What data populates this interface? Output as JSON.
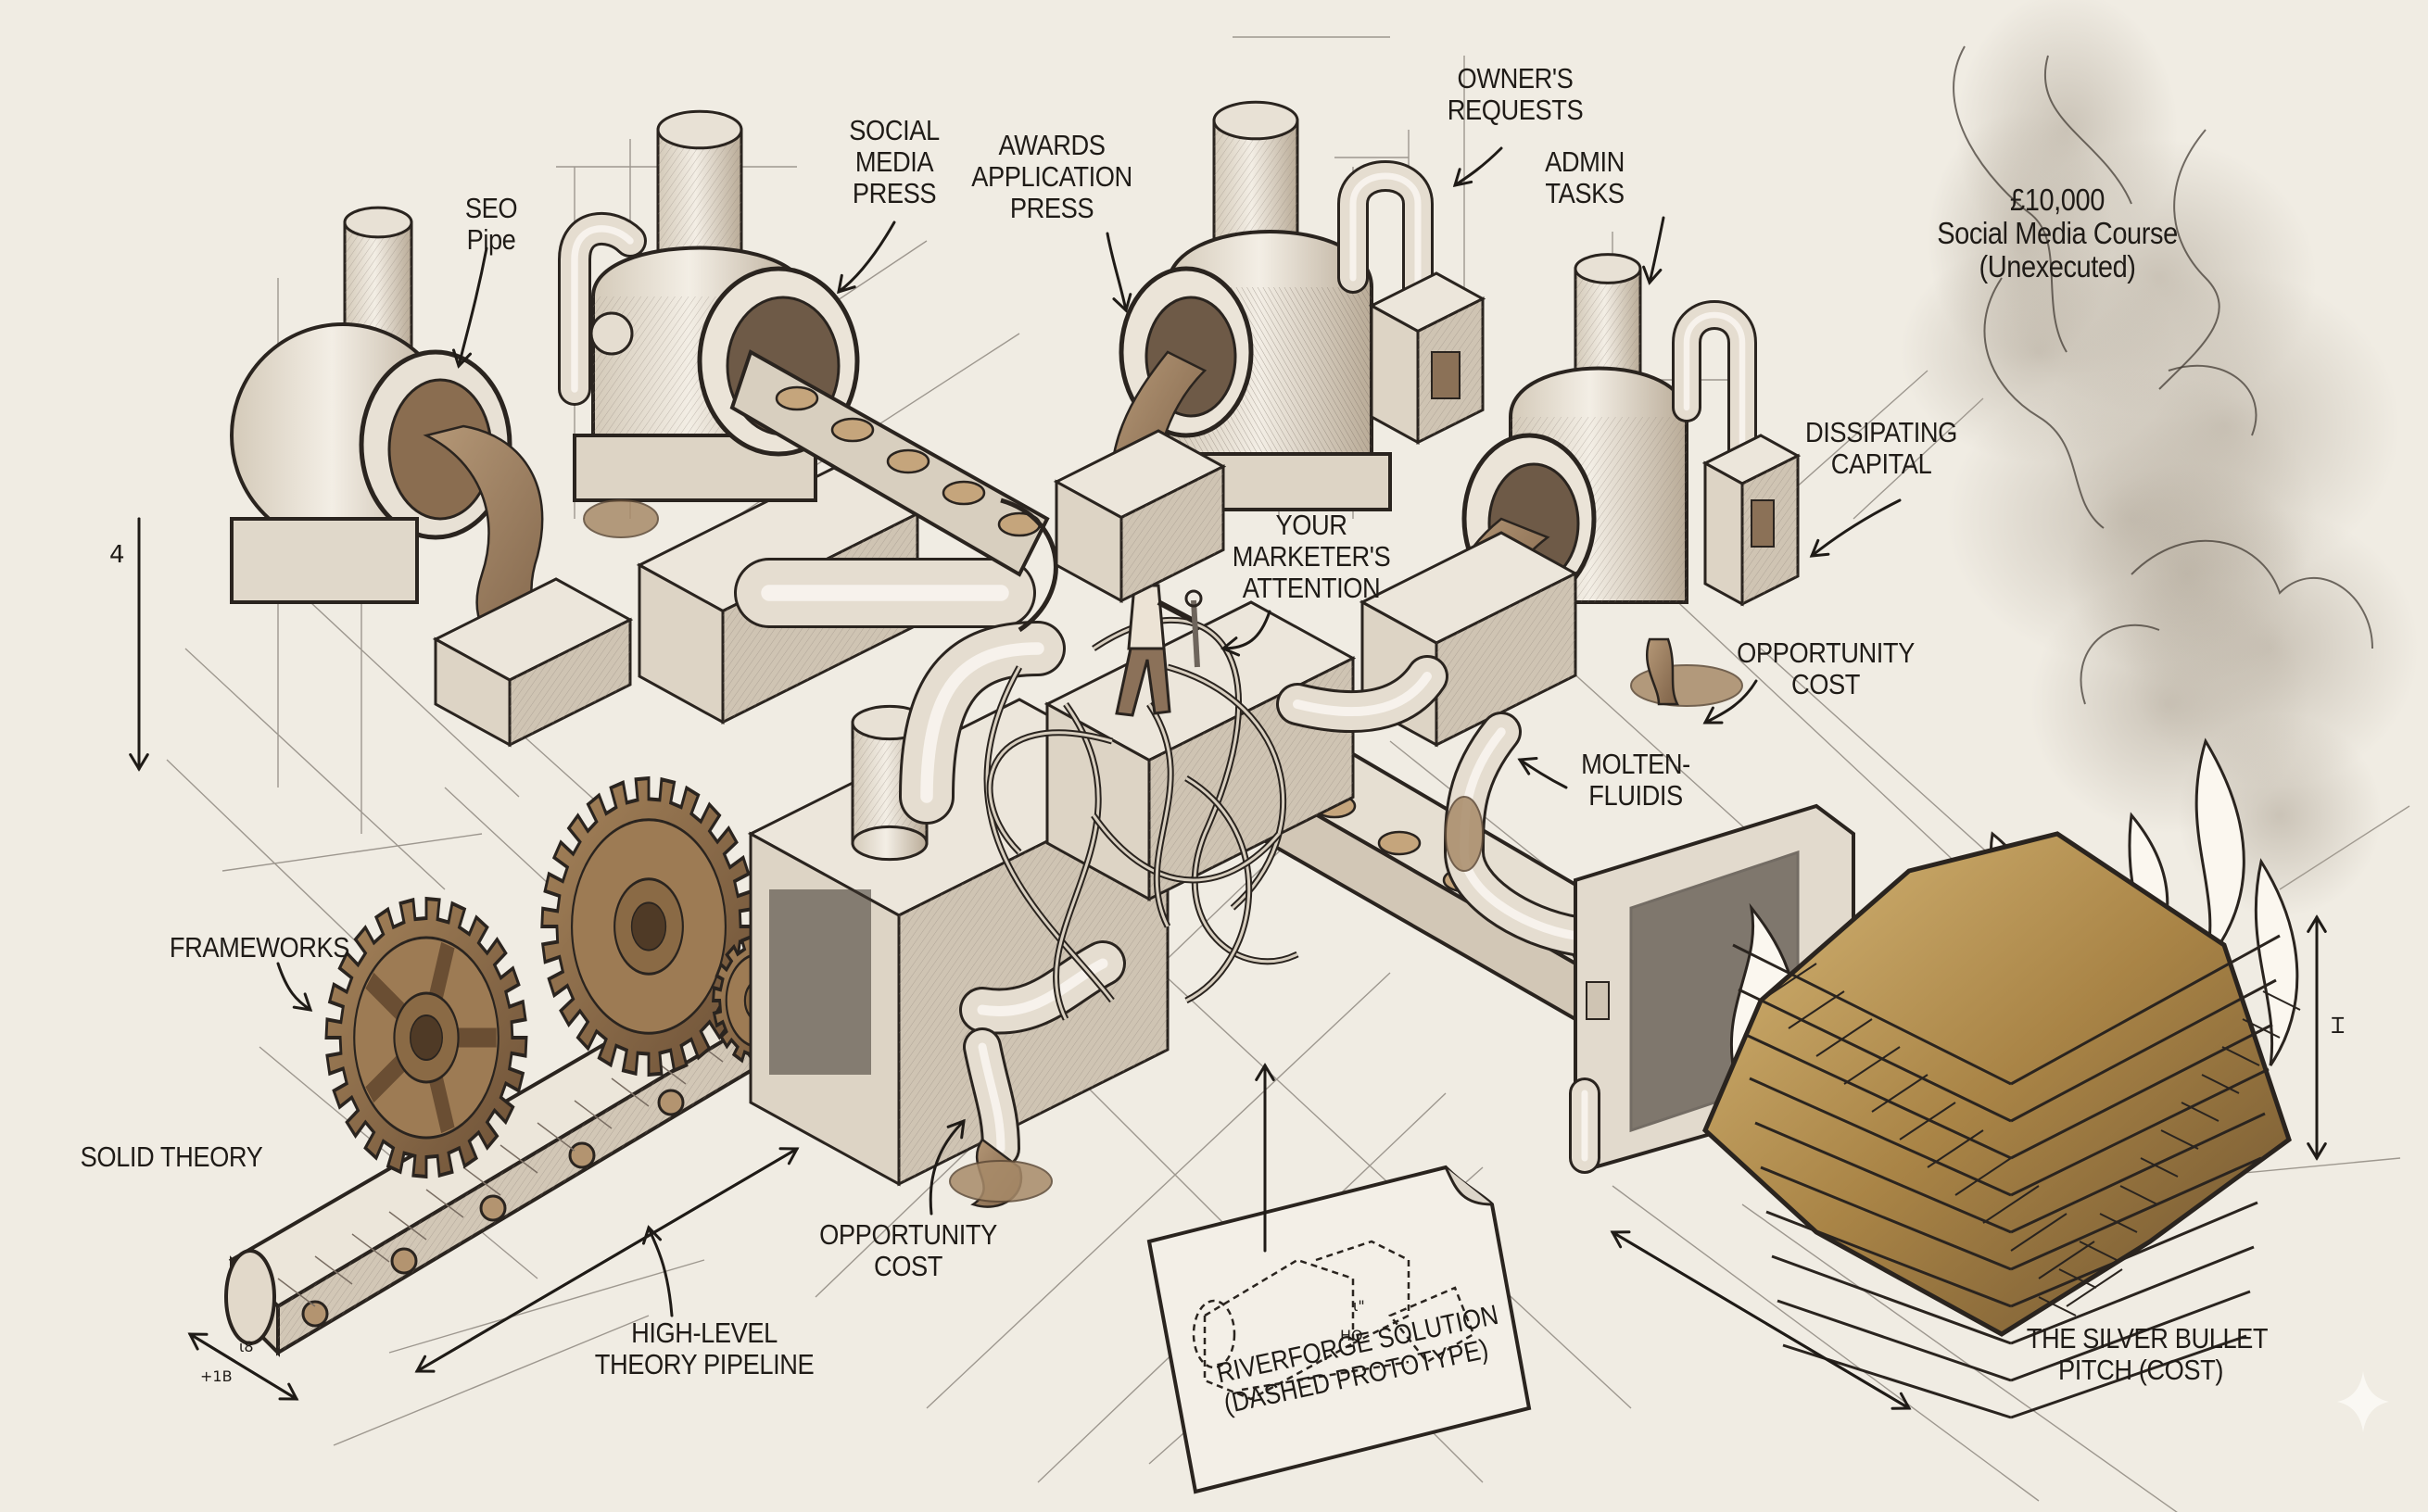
{
  "figure": {
    "title": "Marketing machine sketch",
    "style": "isometric pencil technical drawing",
    "palette": {
      "paper": "#f0ece3",
      "ink": "#2a241f",
      "metal_light": "#e9e2d6",
      "metal_shade": "#cbbfad",
      "fluid": "#9c7f5e",
      "bronze": "#8a6a45",
      "gold": "#b08d52",
      "smoke": "#b7aea2",
      "flame": "#fbf7ef"
    }
  },
  "labels": {
    "seo_pipe": [
      "SEO",
      "Pipe"
    ],
    "social_media_press": [
      "SOCIAL",
      "MEDIA",
      "PRESS"
    ],
    "awards_application_press": [
      "AWARDS",
      "APPLICATION",
      "PRESS"
    ],
    "owners_requests": [
      "OWNER'S",
      "REQUESTS"
    ],
    "admin_tasks": [
      "ADMIN",
      "TASKS"
    ],
    "course": [
      "£10,000",
      "Social Media Course",
      "(Unexecuted)"
    ],
    "dissipating_capital": [
      "DISSIPATING",
      "CAPITAL"
    ],
    "marketers_attention": [
      "YOUR",
      "MARKETER'S",
      "ATTENTION"
    ],
    "opportunity_cost_right": [
      "OPPORTUNITY",
      "COST"
    ],
    "molten_fluidis": [
      "MOLTEN-",
      "FLUIDIS"
    ],
    "frameworks": [
      "FRAMEWORKS"
    ],
    "solid_theory": [
      "SOLID THEORY"
    ],
    "opportunity_cost_bottom": [
      "OPPORTUNITY",
      "COST"
    ],
    "theory_pipeline": [
      "HIGH-LEVEL",
      "THEORY PIPELINE"
    ],
    "riverforge": [
      "RIVERFORGE SOLUTION",
      "(DASHED PROTOTYPE)"
    ],
    "silver_bullet": [
      "THE SILVER BULLET",
      "PITCH (COST)"
    ]
  },
  "dimensions": {
    "left_scale": "4",
    "conveyor_a": "ι8",
    "conveyor_b": "+1B",
    "pyramid_a": "ι\"",
    "pyramid_b": "ΗΟ",
    "pyramid_height": "Ɪ"
  }
}
